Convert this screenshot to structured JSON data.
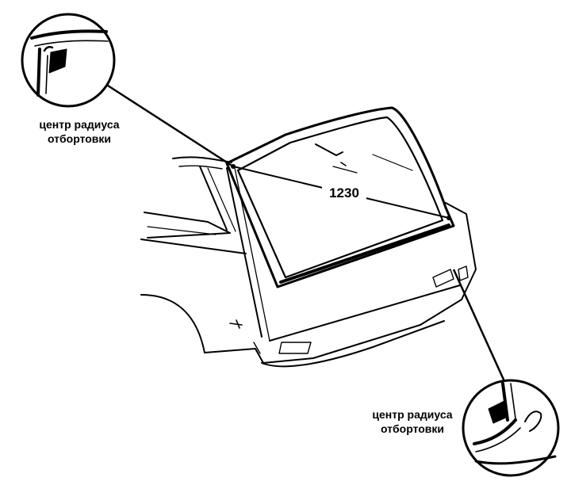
{
  "diagram": {
    "callouts": [
      {
        "id": "top-left",
        "label_lines": [
          "центр радиуса",
          "отбортовки"
        ]
      },
      {
        "id": "bottom-right",
        "label_lines": [
          "центр радиуса",
          "отбортовки"
        ]
      }
    ],
    "dimension": {
      "value": "1230"
    },
    "colors": {
      "ink": "#000000",
      "paper": "#ffffff"
    }
  }
}
